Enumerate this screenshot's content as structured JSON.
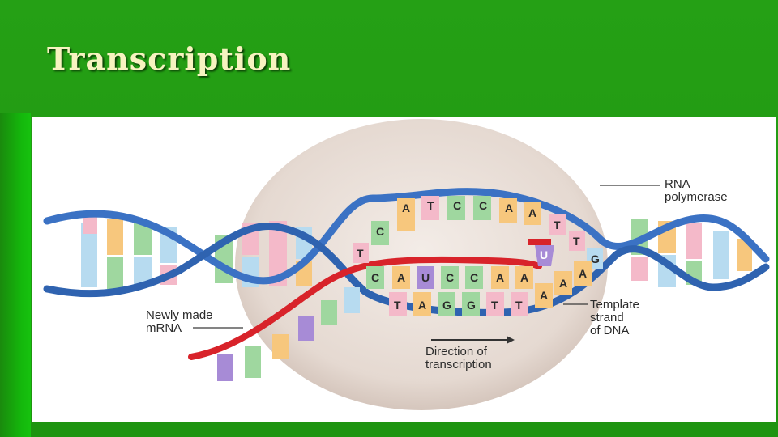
{
  "slide": {
    "title": "Transcription",
    "colors": {
      "background": "#1f9a10",
      "title_text": "#f7f3c0",
      "dna_backbone": "#3b72c4",
      "mrna_backbone": "#d8232a",
      "polymerase": "#e7dcd4"
    }
  },
  "figure": {
    "labels": {
      "rna_polymerase": [
        "RNA",
        "polymerase"
      ],
      "newly_made_mrna": [
        "Newly made",
        "mRNA"
      ],
      "template_strand": [
        "Template",
        "strand",
        "of DNA"
      ],
      "direction": [
        "Direction of",
        "transcription"
      ]
    },
    "bases": {
      "top_strand": [
        "A",
        "T",
        "C",
        "C",
        "A",
        "A"
      ],
      "top_left_unpaired": [
        "C",
        "T"
      ],
      "top_right_unpaired": [
        "T",
        "T",
        "G"
      ],
      "mrna_sequence": [
        "C",
        "A",
        "U",
        "C",
        "C",
        "A",
        "A"
      ],
      "mrna_incoming": "U",
      "template_strand": [
        "T",
        "A",
        "G",
        "G",
        "T",
        "T",
        "A",
        "A",
        "A"
      ]
    }
  }
}
